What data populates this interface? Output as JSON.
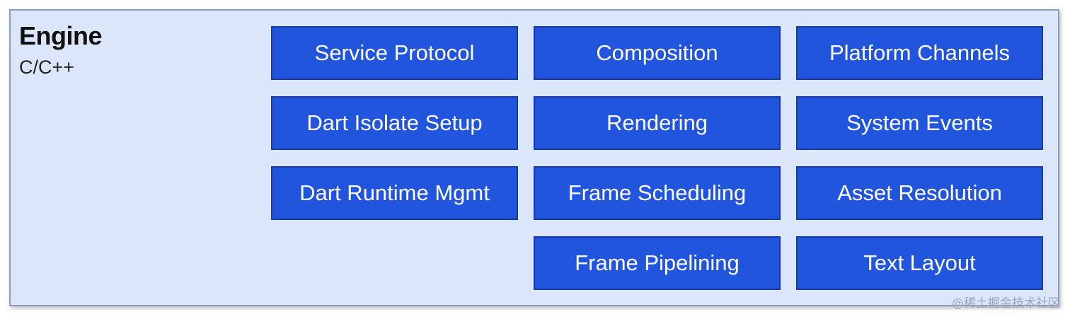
{
  "engine": {
    "title": "Engine",
    "subtitle": "C/C++"
  },
  "components": {
    "service_protocol": "Service Protocol",
    "composition": "Composition",
    "platform_channels": "Platform Channels",
    "dart_isolate_setup": "Dart Isolate Setup",
    "rendering": "Rendering",
    "system_events": "System Events",
    "dart_runtime_mgmt": "Dart Runtime Mgmt",
    "frame_scheduling": "Frame Scheduling",
    "asset_resolution": "Asset Resolution",
    "frame_pipelining": "Frame Pipelining",
    "text_layout": "Text Layout"
  },
  "watermark": "@稀土掘金技术社区",
  "colors": {
    "panel_background": "#dbe6fb",
    "box_fill": "#2255dd",
    "box_border": "#1739a3",
    "box_text": "#ffffff"
  }
}
